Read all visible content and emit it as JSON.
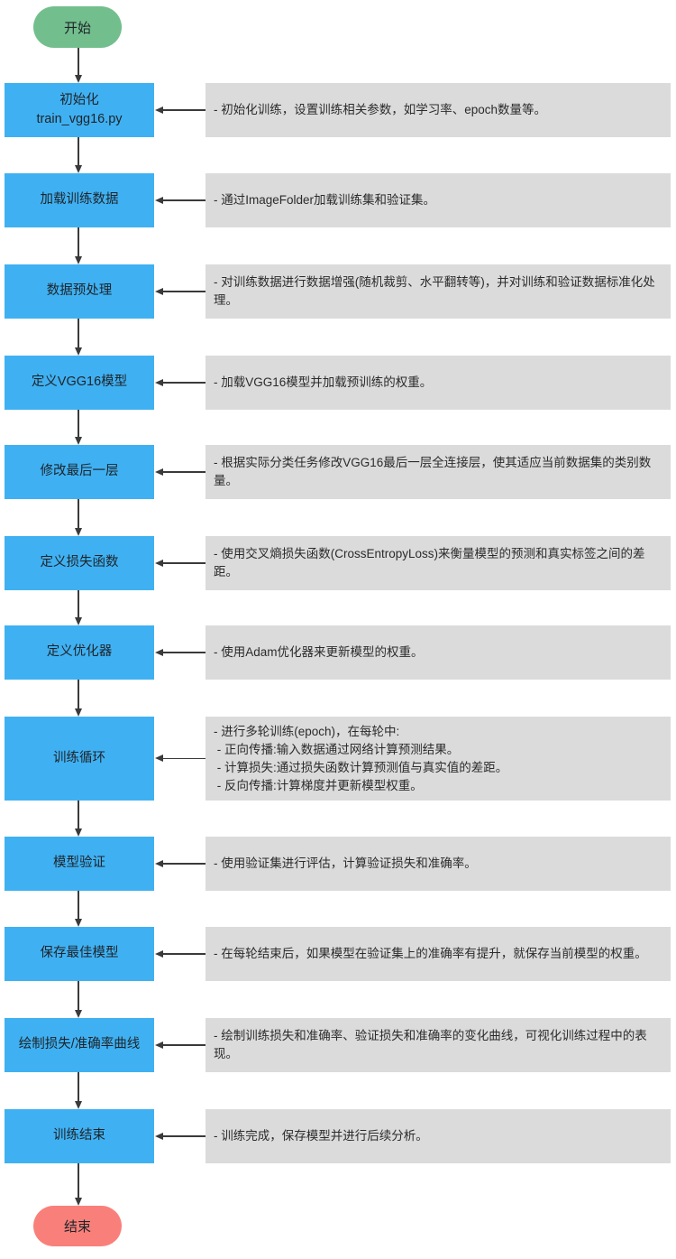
{
  "colors": {
    "process_fill": "#3FB1F2",
    "note_fill": "#DBDBDB",
    "start_fill": "#72BF8D",
    "end_fill": "#F9807A",
    "line": "#3A3A3A",
    "label_text": "#1F2329",
    "note_text": "#2B2B2B",
    "background": "#FFFFFF"
  },
  "terminals": {
    "start_label": "开始",
    "end_label": "结束"
  },
  "steps": [
    {
      "id": "init",
      "label": "初始化\ntrain_vgg16.py",
      "note": "- 初始化训练，设置训练相关参数，如学习率、epoch数量等。"
    },
    {
      "id": "load-data",
      "label": "加载训练数据",
      "note": "- 通过ImageFolder加载训练集和验证集。"
    },
    {
      "id": "preprocess",
      "label": "数据预处理",
      "note": "- 对训练数据进行数据增强(随机裁剪、水平翻转等)，并对训练和验证数据标准化处理。"
    },
    {
      "id": "define-model",
      "label": "定义VGG16模型",
      "note": "- 加载VGG16模型并加载预训练的权重。"
    },
    {
      "id": "modify-last-layer",
      "label": "修改最后一层",
      "note": "- 根据实际分类任务修改VGG16最后一层全连接层，使其适应当前数据集的类别数量。"
    },
    {
      "id": "loss-function",
      "label": "定义损失函数",
      "note": "- 使用交叉熵损失函数(CrossEntropyLoss)来衡量模型的预测和真实标签之间的差距。"
    },
    {
      "id": "optimizer",
      "label": "定义优化器",
      "note": "- 使用Adam优化器来更新模型的权重。"
    },
    {
      "id": "training-loop",
      "label": "训练循环",
      "note": "- 进行多轮训练(epoch)，在每轮中:\n - 正向传播:输入数据通过网络计算预测结果。\n - 计算损失:通过损失函数计算预测值与真实值的差距。\n - 反向传播:计算梯度并更新模型权重。"
    },
    {
      "id": "validate",
      "label": "模型验证",
      "note": "- 使用验证集进行评估，计算验证损失和准确率。"
    },
    {
      "id": "save-best-model",
      "label": "保存最佳模型",
      "note": "- 在每轮结束后，如果模型在验证集上的准确率有提升，就保存当前模型的权重。"
    },
    {
      "id": "plot-curves",
      "label": "绘制损失/准确率曲线",
      "note": "- 绘制训练损失和准确率、验证损失和准确率的变化曲线，可视化训练过程中的表现。"
    },
    {
      "id": "training-end",
      "label": "训练结束",
      "note": "- 训练完成，保存模型并进行后续分析。"
    }
  ]
}
